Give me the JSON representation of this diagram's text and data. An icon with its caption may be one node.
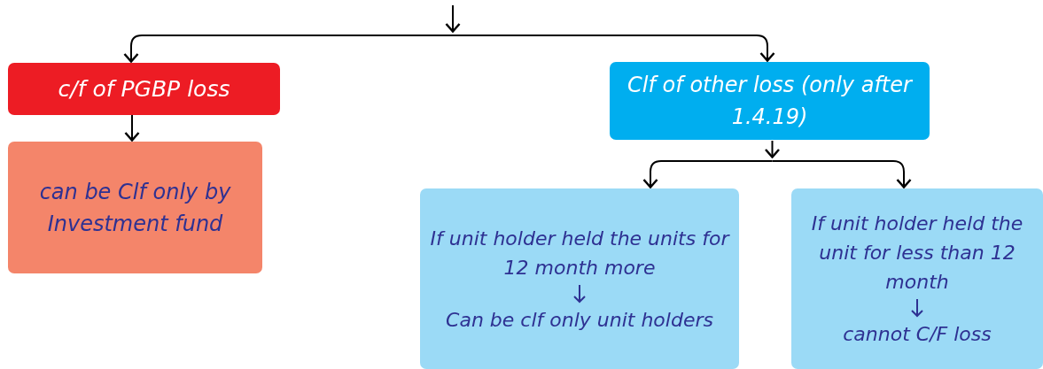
{
  "diagram": {
    "nodes": [
      {
        "text": [
          "c/f of PGBP loss"
        ]
      },
      {
        "text": [
          "Clf of other loss (only after 1.4.19)"
        ]
      },
      {
        "text": [
          "can be Clf only by Investment fund"
        ]
      },
      {
        "text": [
          "If unit holder held the units for 12 month more",
          "Can be clf only unit holders"
        ]
      },
      {
        "text": [
          "If unit holder held the unit for less than 12 month",
          "cannot C/F loss"
        ]
      }
    ],
    "edges": [
      {
        "from": null,
        "to": 0,
        "arrow": "to"
      },
      {
        "from": null,
        "to": 1,
        "arrow": "to"
      },
      {
        "from": 0,
        "to": 2,
        "arrow": "to"
      },
      {
        "from": 1,
        "to": 3,
        "arrow": "to"
      },
      {
        "from": 1,
        "to": 4,
        "arrow": "to"
      }
    ]
  }
}
